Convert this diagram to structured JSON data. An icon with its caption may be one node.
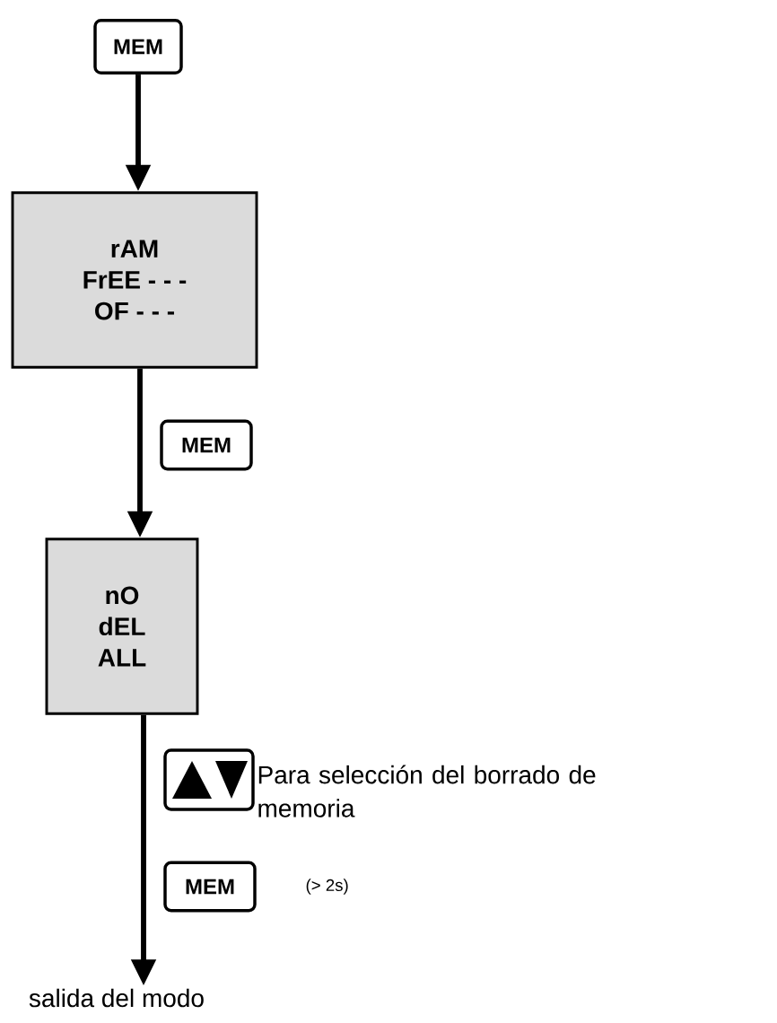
{
  "diagram": {
    "nodes": [
      {
        "text": [
          "MEM"
        ]
      },
      {
        "text": [
          "rAM",
          "FrEE - - -",
          "OF - - -"
        ]
      },
      {
        "text": [
          "nO",
          "dEL",
          "ALL"
        ]
      },
      {
        "text": [
          "salida del modo"
        ]
      }
    ],
    "edges": [
      {
        "from": 0,
        "to": 1,
        "arrow": "to"
      },
      {
        "from": 1,
        "to": 2,
        "arrow": "to"
      },
      {
        "from": 2,
        "to": 3,
        "arrow": "to"
      }
    ],
    "labels": [
      "MEM",
      "Para selección del borrado de memoria",
      "MEM",
      "(> 2s)"
    ]
  }
}
